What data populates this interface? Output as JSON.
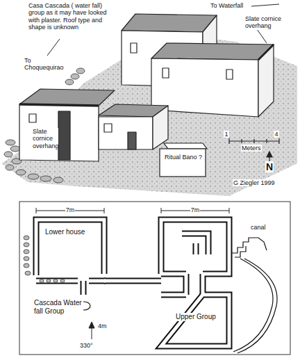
{
  "diagram": {
    "labels": [
      "Casa Cascada ( water fall) group as it may have looked with plaster. Roof type and shape is unknown",
      "To Waterfall",
      "Slate cornice overhang",
      "To Choquequirao",
      "Slate cornice overhang",
      "1",
      "4",
      "Meters",
      "N",
      "Ritual Bano ?",
      "G Ziegler 1999",
      "7m",
      "7m",
      "Lower house",
      "canal",
      "Cascada Water fall Group",
      "Upper Group",
      "4m",
      "330°"
    ]
  }
}
